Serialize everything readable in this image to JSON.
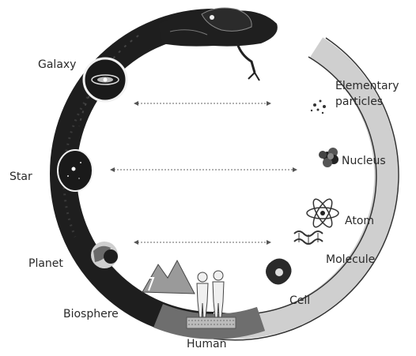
{
  "diagram": {
    "labels": {
      "galaxy": "Galaxy",
      "star": "Star",
      "planet": "Planet",
      "biosphere": "Biosphere",
      "human": "Human",
      "cell": "Cell",
      "molecule": "Molecule",
      "atom": "Atom",
      "nucleus": "Nucleus",
      "elementary_line1": "Elementary",
      "elementary_line2": "particles"
    },
    "icons": {
      "snake_head": "snake-head-icon",
      "galaxy": "spiral-galaxy-icon",
      "star": "star-field-icon",
      "planet": "planet-icon",
      "biosphere": "mountains-lightning-icon",
      "human": "human-figures-icon",
      "cell": "cell-icon",
      "molecule": "molecule-icon",
      "atom": "atom-icon",
      "nucleus": "nucleus-icon",
      "elementary_particles": "particles-icon"
    },
    "colors": {
      "ring_dark": "#1c1c1c",
      "ring_light": "#c9c9c9",
      "label": "#2a2a2a",
      "arrow": "#6a6a6a"
    }
  }
}
